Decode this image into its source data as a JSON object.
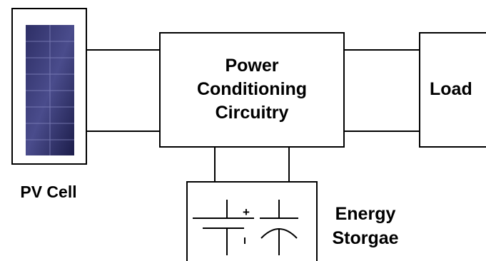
{
  "pv_cell": {
    "label": "PV Cell"
  },
  "power_conditioning": {
    "line1": "Power",
    "line2": "Conditioning",
    "line3": "Circuitry"
  },
  "load": {
    "label": "Load"
  },
  "energy_storage": {
    "line1": "Energy",
    "line2": "Storgae",
    "plus_sign": "+"
  },
  "colors": {
    "stroke": "#000000",
    "panel_dark": "#1c1d4a",
    "panel_mid": "#3a3c78",
    "background": "#ffffff"
  }
}
